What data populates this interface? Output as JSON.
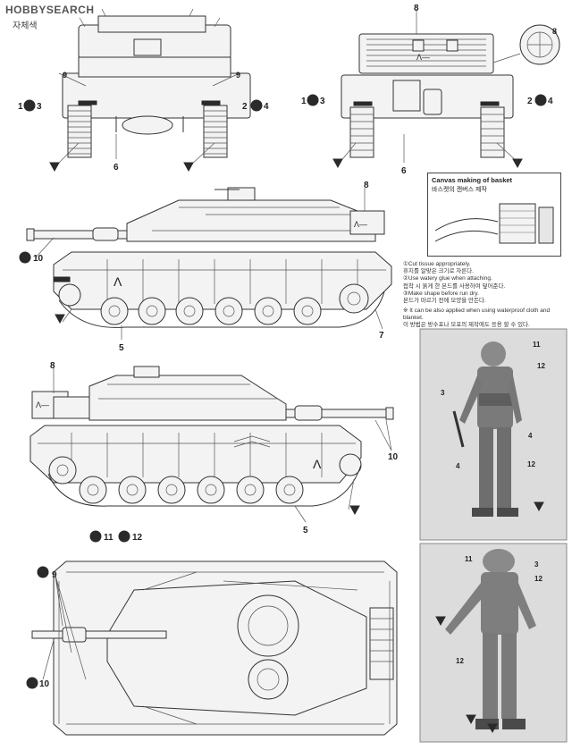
{
  "watermark": {
    "brand": "HOBBYSEARCH",
    "sub_korean": "자체색"
  },
  "callouts": {
    "n1": "1",
    "n2": "2",
    "n3": "3",
    "n4": "4",
    "n5": "5",
    "n6": "6",
    "n7": "7",
    "n8": "8",
    "n9": "9",
    "n10": "10",
    "n11": "11",
    "n12": "12"
  },
  "hull_marking": "Λ",
  "basket_sign": "Λ—",
  "canvas_box": {
    "title_en": "Canvas making of basket",
    "title_kr": "바스켓의 캔버스 제작"
  },
  "notes": [
    "①Cut tissue appropriately.",
    "휴지를 알맞은 크기로 자른다.",
    "②Use watery glue when attaching.",
    "접착 시 묽게 한 본드를 사용하여 덮어준다.",
    "③Make shape before run dry.",
    "본드가 마르기 전에 모양을 만든다."
  ],
  "footnote": [
    "※ It can be also applied when using waterproof cloth and blanket.",
    "이 방법은 방수포나 모포의 제작에도 응용 할 수 있다."
  ]
}
